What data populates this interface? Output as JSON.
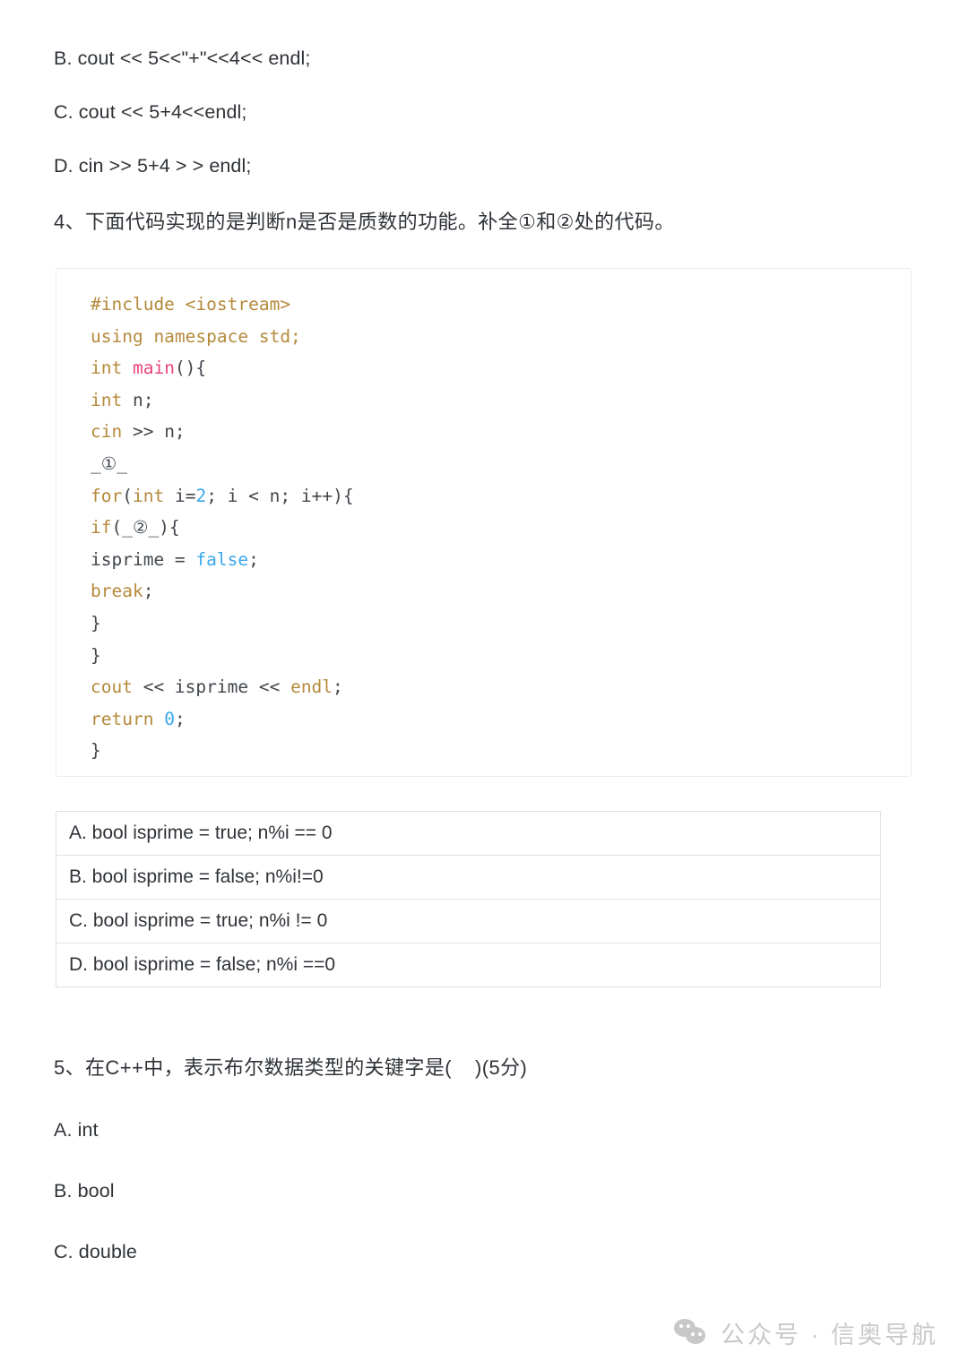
{
  "document": {
    "background_color": "#ffffff",
    "text_color": "#2f3338"
  },
  "top_options": [
    {
      "label": "B. cout << 5<<\"+\"<<4<< endl;"
    },
    {
      "label": "C. cout << 5+4<<endl;"
    },
    {
      "label": "D. cin >> 5+4 > > endl;"
    }
  ],
  "question4": {
    "prompt": "4、下面代码实现的是判断n是否是质数的功能。补全①和②处的代码。"
  },
  "code_block": {
    "language": "cpp",
    "colors": {
      "keyword": "#b58a3c",
      "function": "#e8437e",
      "number": "#3aa9ee",
      "literal": "#3aa9ee",
      "plain": "#41474d",
      "border": "#ececec",
      "background": "#ffffff"
    },
    "lines": [
      {
        "text": "#include <iostream>",
        "tokens": [
          {
            "t": "#include <iostream>",
            "c": "pre"
          }
        ]
      },
      {
        "text": "using namespace std;",
        "tokens": [
          {
            "t": "using namespace std;",
            "c": "kw"
          }
        ]
      },
      {
        "text": "int main(){",
        "tokens": [
          {
            "t": "int ",
            "c": "kw"
          },
          {
            "t": "main",
            "c": "fn"
          },
          {
            "t": "(){",
            "c": "pl"
          }
        ]
      },
      {
        "text": "int n;",
        "tokens": [
          {
            "t": "int ",
            "c": "kw"
          },
          {
            "t": "n;",
            "c": "pl"
          }
        ]
      },
      {
        "text": "cin >> n;",
        "tokens": [
          {
            "t": "cin",
            "c": "kw"
          },
          {
            "t": " >> n;",
            "c": "pl"
          }
        ]
      },
      {
        "text": "_①_",
        "tokens": [
          {
            "t": "_①_",
            "c": "pl"
          }
        ]
      },
      {
        "text": "for(int i=2; i < n; i++){",
        "tokens": [
          {
            "t": "for",
            "c": "kw"
          },
          {
            "t": "(",
            "c": "pl"
          },
          {
            "t": "int",
            "c": "kw"
          },
          {
            "t": " i=",
            "c": "pl"
          },
          {
            "t": "2",
            "c": "num"
          },
          {
            "t": "; i < n; i++){",
            "c": "pl"
          }
        ]
      },
      {
        "text": "if(_②_){",
        "tokens": [
          {
            "t": "if",
            "c": "kw"
          },
          {
            "t": "(_②_){",
            "c": "pl"
          }
        ]
      },
      {
        "text": "isprime = false;",
        "tokens": [
          {
            "t": "isprime = ",
            "c": "pl"
          },
          {
            "t": "false",
            "c": "lit"
          },
          {
            "t": ";",
            "c": "pl"
          }
        ]
      },
      {
        "text": "break;",
        "tokens": [
          {
            "t": "break",
            "c": "kw"
          },
          {
            "t": ";",
            "c": "pl"
          }
        ]
      },
      {
        "text": "}",
        "tokens": [
          {
            "t": "}",
            "c": "pl"
          }
        ]
      },
      {
        "text": "}",
        "tokens": [
          {
            "t": "}",
            "c": "pl"
          }
        ]
      },
      {
        "text": "cout << isprime << endl;",
        "tokens": [
          {
            "t": "cout",
            "c": "kw"
          },
          {
            "t": " << isprime << ",
            "c": "pl"
          },
          {
            "t": "endl",
            "c": "kw"
          },
          {
            "t": ";",
            "c": "pl"
          }
        ]
      },
      {
        "text": "return 0;",
        "tokens": [
          {
            "t": "return ",
            "c": "kw"
          },
          {
            "t": "0",
            "c": "num"
          },
          {
            "t": ";",
            "c": "pl"
          }
        ]
      },
      {
        "text": "}",
        "tokens": [
          {
            "t": "}",
            "c": "pl"
          }
        ]
      }
    ]
  },
  "answer_table": {
    "rows": [
      {
        "cells": [
          "A. bool isprime = true; n%i == 0"
        ]
      },
      {
        "cells": [
          "B. bool isprime = false; n%i!=0"
        ]
      },
      {
        "cells": [
          "C. bool isprime = true; n%i != 0"
        ]
      },
      {
        "cells": [
          "D. bool isprime = false; n%i ==0"
        ]
      }
    ]
  },
  "question5": {
    "prompt": "5、在C++中，表示布尔数据类型的关键字是(    )(5分)",
    "options": [
      {
        "label": "A. int"
      },
      {
        "label": "B. bool"
      },
      {
        "label": "C. double"
      }
    ]
  },
  "footer": {
    "icon": "wechat-icon",
    "text": "公众号 · 信奥导航",
    "color": "#c9c9c9"
  }
}
